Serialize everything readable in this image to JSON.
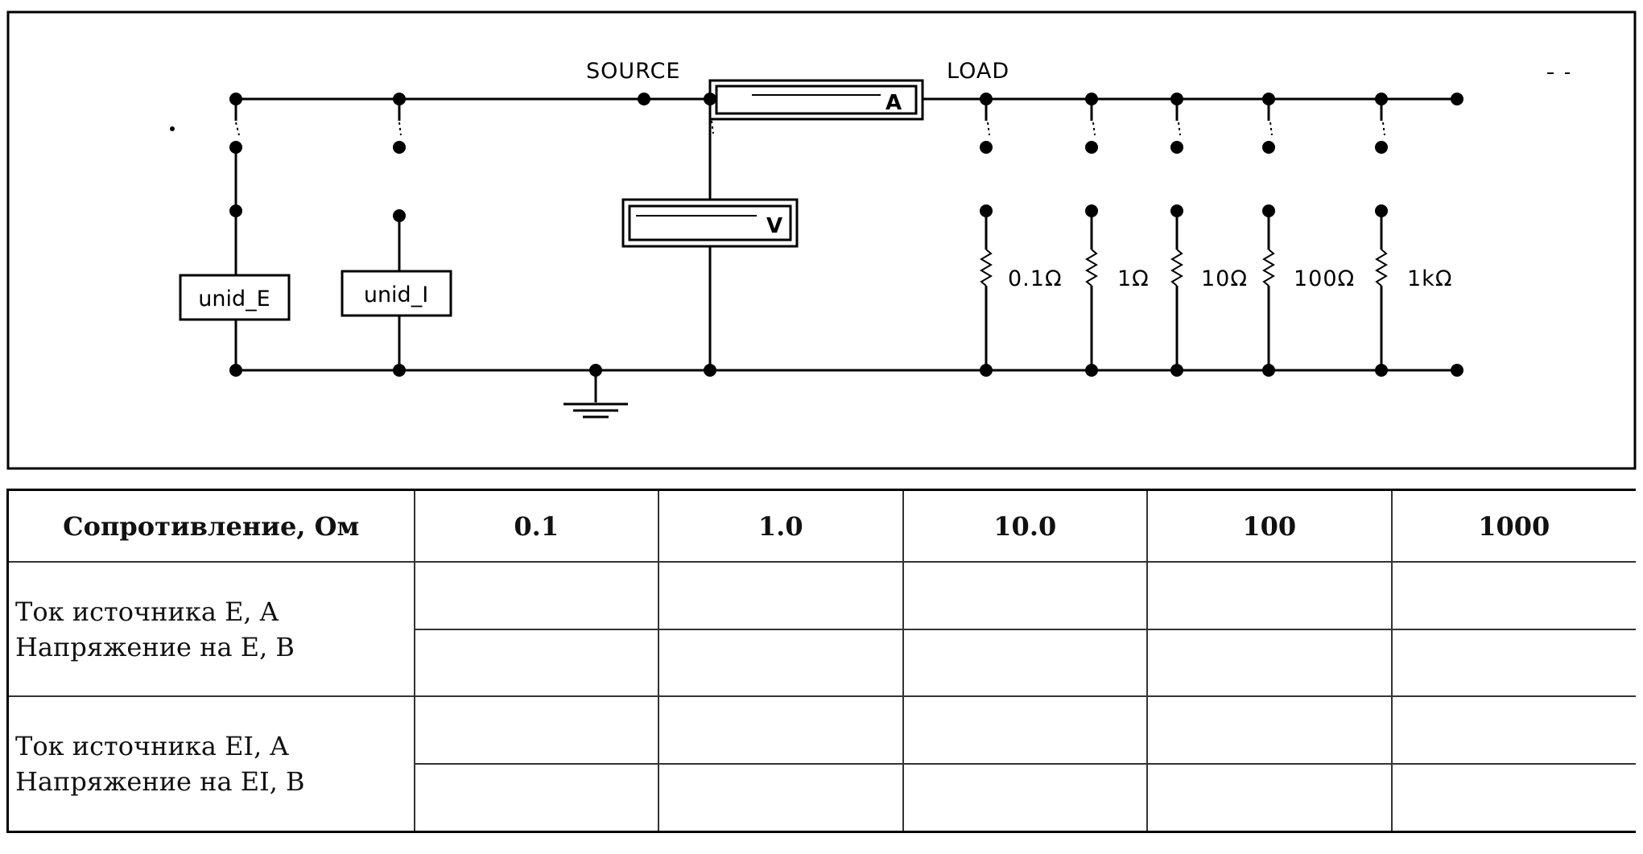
{
  "circuit": {
    "source_label": "SOURCE",
    "load_label": "LOAD",
    "ammeter_label": "A",
    "voltmeter_label": "V",
    "source_e_label": "unid_E",
    "source_i_label": "unid_I",
    "resistor_labels": [
      "0.1Ω",
      "1Ω",
      "10Ω",
      "100Ω",
      "1kΩ"
    ]
  },
  "table": {
    "header": [
      "Сопротивление, Ом",
      "0.1",
      "1.0",
      "10.0",
      "100",
      "1000"
    ],
    "rows": [
      {
        "label_lines": [
          "Ток источника E, A",
          "Напряжение на E, B"
        ]
      },
      {
        "label_lines": [
          "Ток источника EI, A",
          "Напряжение на EI, B"
        ]
      }
    ]
  }
}
